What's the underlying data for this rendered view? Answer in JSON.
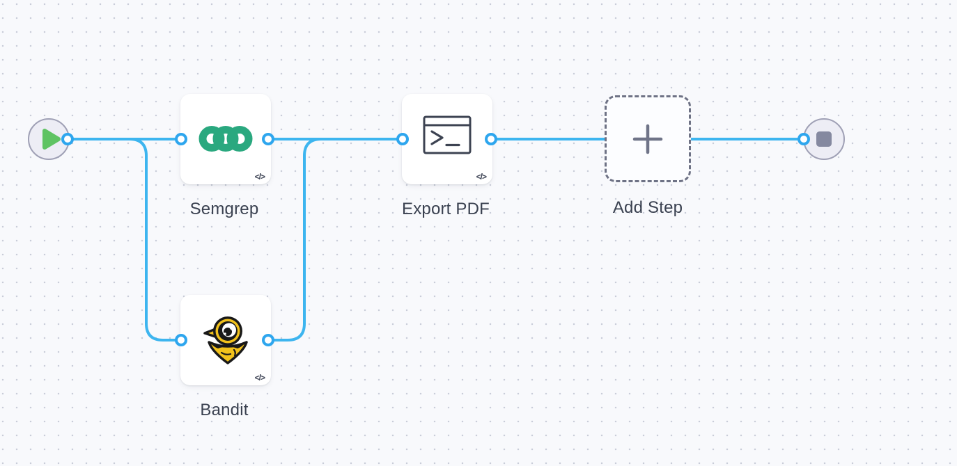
{
  "canvas": {
    "background_color": "#f8f9fc",
    "dot_grid_color": "#c9cdd9",
    "edge_color": "#3db5ef",
    "port_ring_color": "#2ea6ee",
    "label_color": "#3a4150"
  },
  "icons": {
    "code_badge": "</>",
    "play_color": "#5fc363",
    "stop_color": "#8589a0",
    "semgrep_green": "#2aa87f",
    "bandit_yellow": "#f2c21c",
    "terminal_slate": "#3d4352",
    "plus_gray": "#6f7488"
  },
  "workflow": {
    "start_node": {
      "id": "start",
      "icon": "play-icon"
    },
    "end_node": {
      "id": "end",
      "icon": "stop-icon"
    },
    "steps": [
      {
        "id": "semgrep",
        "label": "Semgrep",
        "icon": "semgrep-logo",
        "badge": "</>"
      },
      {
        "id": "bandit",
        "label": "Bandit",
        "icon": "bandit-logo",
        "badge": "</>"
      },
      {
        "id": "export-pdf",
        "label": "Export PDF",
        "icon": "terminal-icon",
        "badge": "</>"
      },
      {
        "id": "add-step",
        "label": "Add Step",
        "icon": "plus-icon",
        "style": "dashed-placeholder"
      }
    ],
    "connections": [
      [
        "start",
        "semgrep"
      ],
      [
        "start",
        "bandit"
      ],
      [
        "semgrep",
        "export-pdf"
      ],
      [
        "bandit",
        "export-pdf"
      ],
      [
        "export-pdf",
        "end"
      ]
    ]
  }
}
